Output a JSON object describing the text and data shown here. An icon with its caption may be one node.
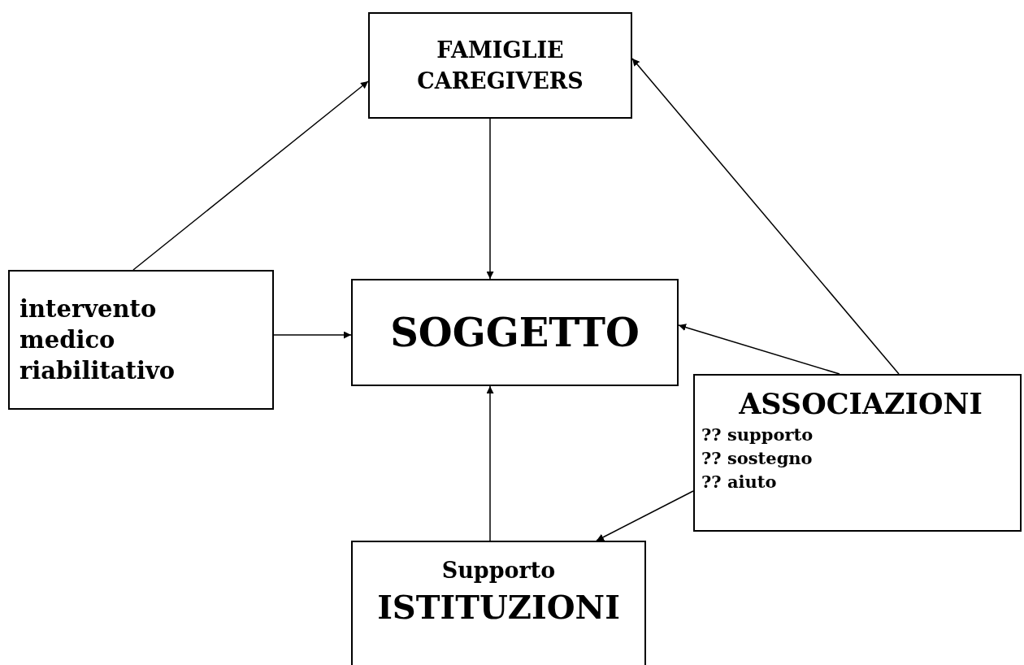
{
  "diagram": {
    "nodes": [
      {
        "text": [
          "FAMIGLIE CAREGIVERS"
        ]
      },
      {
        "text": [
          "intervento medico riabilitativo"
        ]
      },
      {
        "text": [
          "SOGGETTO"
        ]
      },
      {
        "text": [
          "ASSOCIAZIONI",
          "?? supporto",
          "?? sostegno",
          "?? aiuto"
        ]
      },
      {
        "text": [
          "Supporto",
          "ISTITUZIONI"
        ]
      }
    ],
    "edges": [
      {
        "from": 1,
        "to": 0,
        "arrow": "to"
      },
      {
        "from": 0,
        "to": 2,
        "arrow": "to"
      },
      {
        "from": 1,
        "to": 2,
        "arrow": "to"
      },
      {
        "from": 3,
        "to": 2,
        "arrow": "to"
      },
      {
        "from": 3,
        "to": 0,
        "arrow": "to"
      },
      {
        "from": 4,
        "to": 2,
        "arrow": "to"
      },
      {
        "from": 3,
        "to": 4,
        "arrow": "to"
      }
    ]
  }
}
